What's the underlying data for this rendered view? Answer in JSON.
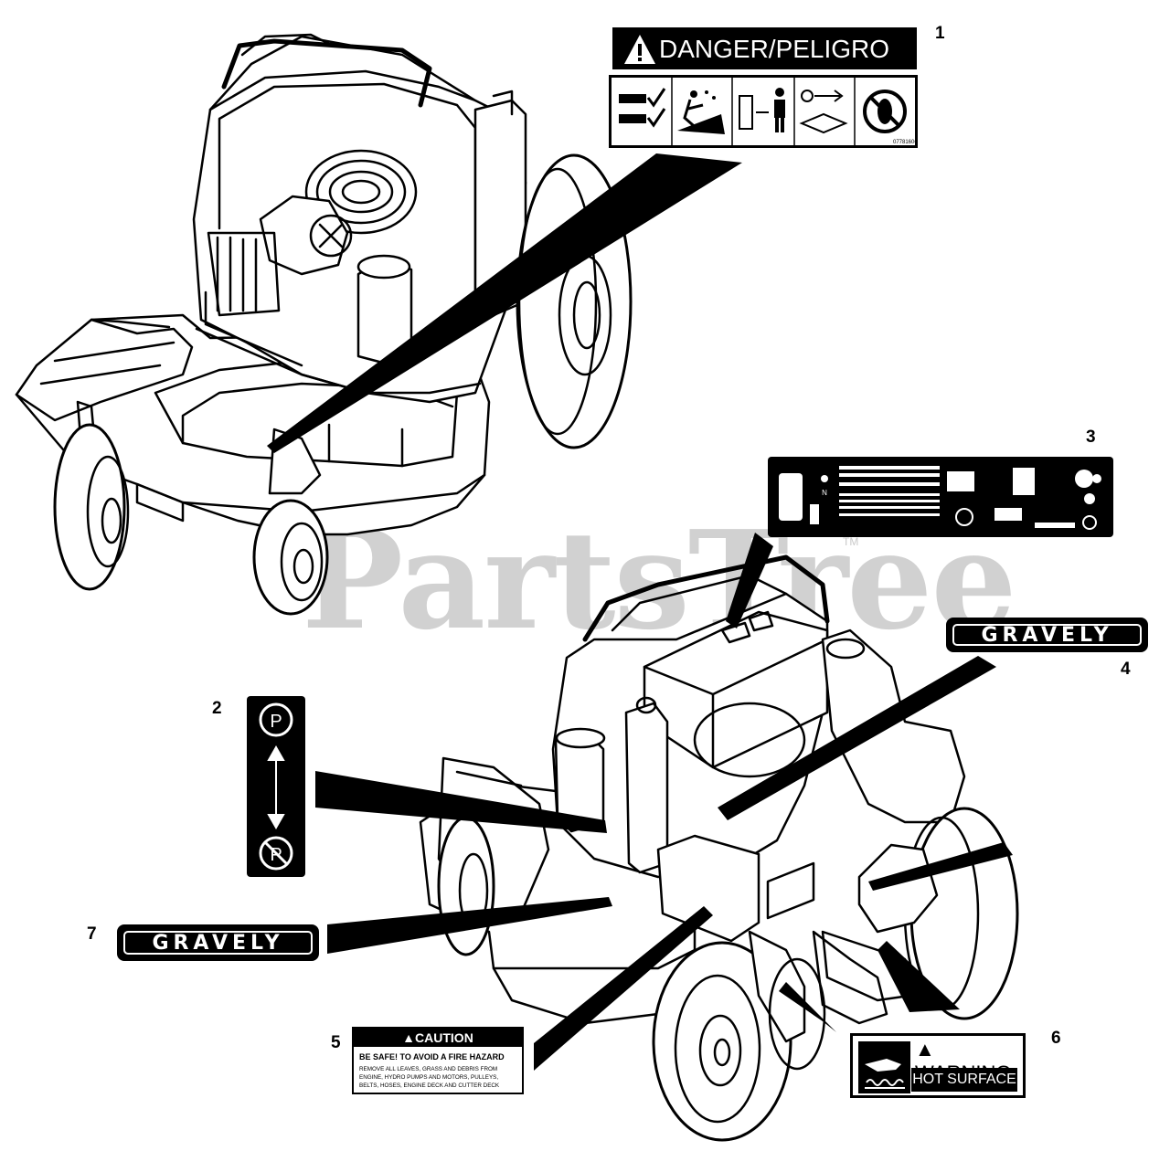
{
  "figure": {
    "watermark": "PartsTree",
    "trademark": "TM",
    "callouts": [
      "1",
      "2",
      "3",
      "4",
      "5",
      "6",
      "7"
    ]
  },
  "decals": {
    "danger": {
      "header": "DANGER/PELIGRO",
      "part_no": "077816060",
      "pictograms": [
        "checklist-icon",
        "thrown-object-icon",
        "bystander-distance-icon",
        "remove-key-read-manual-icon",
        "no-foot-icon"
      ]
    },
    "parking_brake": {
      "top_symbol": "P",
      "bottom_symbol": "P",
      "icons": [
        "park-circle-icon",
        "double-arrow-icon",
        "park-crossed-icon"
      ]
    },
    "control_panel": {
      "icons": [
        "throttle-icon",
        "choke-icon",
        "ignition-icon",
        "hour-meter-icon",
        "pto-icon"
      ]
    },
    "gravely_small": {
      "text": "GRAVELY"
    },
    "gravely_large": {
      "text": "GRAVELY"
    },
    "caution": {
      "header": "CAUTION",
      "subheader": "BE SAFE! TO AVOID A FIRE HAZARD",
      "body": "REMOVE ALL LEAVES, GRASS AND DEBRIS FROM ENGINE, HYDRO PUMPS AND MOTORS, PULLEYS, BELTS, HOSES, ENGINE DECK AND CUTTER DECK"
    },
    "warning": {
      "header": "WARNING",
      "subheader": "HOT SURFACE"
    }
  },
  "colors": {
    "ink": "#000000",
    "paper": "#ffffff",
    "watermark": "#c9c9c9"
  }
}
